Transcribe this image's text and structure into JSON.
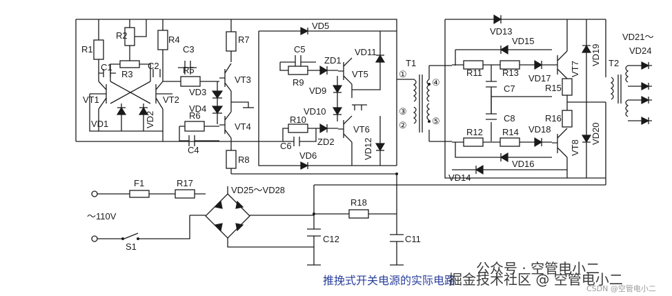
{
  "caption": "推挽式开关电源的实际电路",
  "watermark": {
    "brand": "掘金技术社区 @ 空管电小二",
    "overlay": "公众号 · 空管电小二",
    "csdn": "CSDN @空管电小二"
  },
  "labels": {
    "R1": "R1",
    "R2": "R2",
    "R3": "R3",
    "R4": "R4",
    "R5": "R5",
    "R6": "R6",
    "R7": "R7",
    "R8": "R8",
    "R9": "R9",
    "R10": "R10",
    "R11": "R11",
    "R12": "R12",
    "R13": "R13",
    "R14": "R14",
    "R15": "R15",
    "R16": "R16",
    "R17": "R17",
    "R18": "R18",
    "C1": "C1",
    "C2": "C2",
    "C3": "C3",
    "C4": "C4",
    "C5": "C5",
    "C6": "C6",
    "C7": "C7",
    "C8": "C8",
    "C11": "C11",
    "C12": "C12",
    "VT1": "VT1",
    "VT2": "VT2",
    "VT3": "VT3",
    "VT4": "VT4",
    "VT5": "VT5",
    "VT6": "VT6",
    "VT7": "VT7",
    "VT8": "VT8",
    "VD1": "VD1",
    "VD2": "VD2",
    "VD3": "VD3",
    "VD4": "VD4",
    "VD5": "VD5",
    "VD6": "VD6",
    "VD9": "VD9",
    "VD10": "VD10",
    "VD11": "VD11",
    "VD12": "VD12",
    "VD13": "VD13",
    "VD14": "VD14",
    "VD15": "VD15",
    "VD16": "VD16",
    "VD17": "VD17",
    "VD18": "VD18",
    "VD19": "VD19",
    "VD20": "VD20",
    "VD21": "VD21～",
    "VD24": "VD24",
    "VD25": "VD25～VD28",
    "ZD1": "ZD1",
    "ZD2": "ZD2",
    "T1": "T1",
    "T2": "T2",
    "F1": "F1",
    "S1": "S1",
    "mains": "～110V",
    "pin1": "①",
    "pin2": "②",
    "pin3": "③",
    "pin4": "④",
    "pin5": "⑤"
  }
}
